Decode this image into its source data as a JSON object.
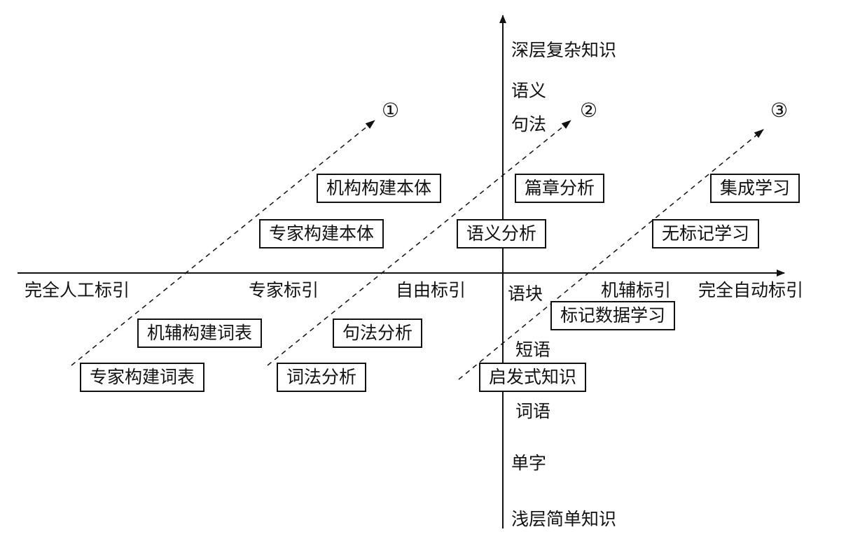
{
  "horizontal_axis": {
    "left_end": "完全人工标引",
    "ticks": [
      "专家标引",
      "自由标引",
      "机辅标引"
    ],
    "right_end": "完全自动标引"
  },
  "vertical_axis": {
    "top_end": "深层复杂知识",
    "upper_labels": [
      "语义",
      "句法"
    ],
    "lower_labels": [
      "语块",
      "短语",
      "词语",
      "单字"
    ],
    "bottom_end": "浅层简单知识"
  },
  "paths": [
    {
      "marker": "①",
      "steps": [
        "专家构建词表",
        "机辅构建词表",
        "专家构建本体",
        "机构构建本体"
      ]
    },
    {
      "marker": "②",
      "steps": [
        "词法分析",
        "句法分析",
        "语义分析",
        "篇章分析"
      ]
    },
    {
      "marker": "③",
      "steps": [
        "启发式知识",
        "标记数据学习",
        "无标记学习",
        "集成学习"
      ]
    }
  ]
}
